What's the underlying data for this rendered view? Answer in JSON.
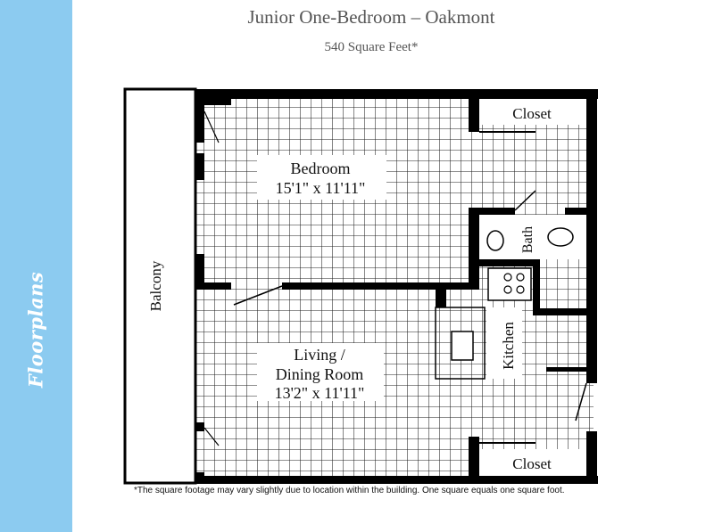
{
  "sidebar": {
    "label": "Floorplans",
    "color": "#8ccbf0"
  },
  "header": {
    "title": "Junior One-Bedroom – Oakmont",
    "subtitle": "540 Square Feet*"
  },
  "rooms": {
    "bedroom": {
      "name": "Bedroom",
      "size": "15'1\" x 11'11\""
    },
    "living": {
      "name_line1": "Living /",
      "name_line2": "Dining Room",
      "size": "13'2\" x 11'11\""
    },
    "balcony": "Balcony",
    "kitchen": "Kitchen",
    "bath": "Bath",
    "closet_top": "Closet",
    "closet_bottom": "Closet"
  },
  "footnote": "*The square footage may vary slightly due to location within the building. One square equals one square foot."
}
